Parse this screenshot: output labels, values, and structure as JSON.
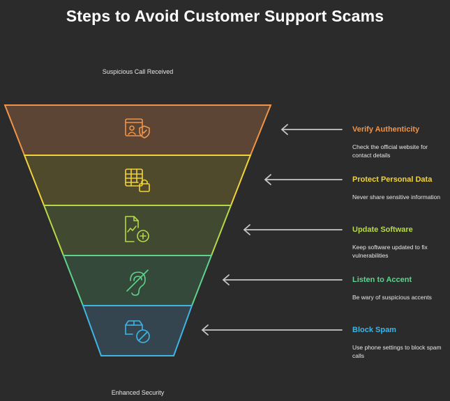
{
  "title": "Steps to Avoid Customer Support Scams",
  "top_label": "Suspicious Call Received",
  "bottom_label": "Enhanced Security",
  "steps": [
    {
      "title": "Verify Authenticity",
      "desc": "Check the official website for contact details",
      "color": "#f0944a",
      "fill": "#5c4535",
      "icon": "id-card-shield-icon"
    },
    {
      "title": "Protect Personal Data",
      "desc": "Never share sensitive information",
      "color": "#f2d33a",
      "fill": "#504a2c",
      "icon": "table-lock-icon"
    },
    {
      "title": "Update Software",
      "desc": "Keep software updated to fix vulnerabilities",
      "color": "#b6d94a",
      "fill": "#414930",
      "icon": "document-chart-plus-icon"
    },
    {
      "title": "Listen to Accent",
      "desc": "Be wary of suspicious accents",
      "color": "#5fd28d",
      "fill": "#344939",
      "icon": "ear-slash-icon"
    },
    {
      "title": "Block Spam",
      "desc": "Use phone settings to block spam calls",
      "color": "#3fb5e6",
      "fill": "#344550",
      "icon": "package-block-icon"
    }
  ]
}
